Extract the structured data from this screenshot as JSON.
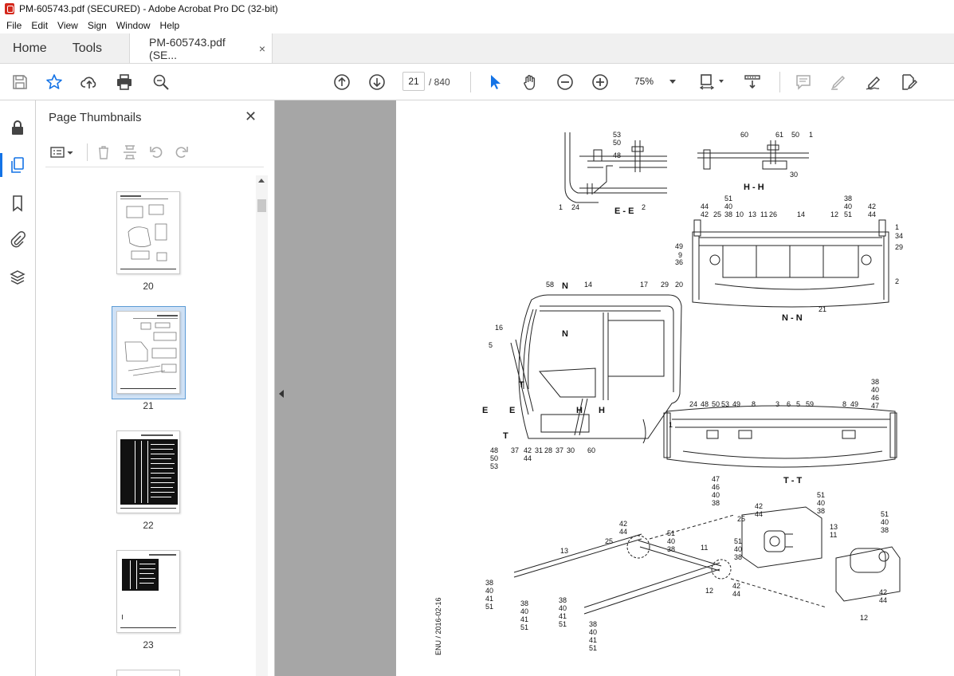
{
  "window": {
    "title": "PM-605743.pdf (SECURED) - Adobe Acrobat Pro DC (32-bit)"
  },
  "menu": [
    "File",
    "Edit",
    "View",
    "Sign",
    "Window",
    "Help"
  ],
  "tabs": {
    "home": "Home",
    "tools": "Tools",
    "document": "PM-605743.pdf (SE...",
    "close": "×"
  },
  "toolbar": {
    "page_current": "21",
    "page_total": "/ 840",
    "zoom": "75%"
  },
  "panel": {
    "title": "Page Thumbnails",
    "close": "✕",
    "thumbnails": [
      {
        "label": "20"
      },
      {
        "label": "21"
      },
      {
        "label": "22"
      },
      {
        "label": "23"
      }
    ]
  },
  "drawing": {
    "sections": [
      "E - E",
      "H - H",
      "N - N",
      "T - T"
    ],
    "footer": "ENU / 2016-02-16",
    "ee_labels": [
      "53",
      "50",
      "48",
      "1",
      "24",
      "2"
    ],
    "hh_labels": [
      "60",
      "61",
      "50",
      "1",
      "30"
    ],
    "nn_top": [
      "51",
      "40",
      "38",
      "44",
      "42",
      "25",
      "38",
      "10",
      "13",
      "11",
      "26",
      "14",
      "12",
      "38",
      "40",
      "51",
      "42",
      "44"
    ],
    "nn_side": [
      "1",
      "34",
      "29",
      "2",
      "49",
      "9",
      "36",
      "20",
      "21"
    ],
    "cab_labels": [
      "58",
      "N",
      "14",
      "17",
      "29",
      "16",
      "N",
      "5",
      "T",
      "E",
      "E",
      "T",
      "H",
      "H",
      "1",
      "48",
      "50",
      "53",
      "37",
      "42",
      "44",
      "31",
      "28",
      "37",
      "30",
      "60"
    ],
    "tt_labels": [
      "24",
      "48",
      "50",
      "53",
      "49",
      "8",
      "3",
      "6",
      "5",
      "59",
      "8",
      "49",
      "38",
      "40",
      "46",
      "47",
      "47",
      "46",
      "40",
      "38"
    ],
    "bottom_labels": [
      "42",
      "44",
      "51",
      "40",
      "38",
      "13",
      "25",
      "11",
      "51",
      "40",
      "38",
      "12",
      "42",
      "44",
      "38",
      "40",
      "41",
      "51",
      "38",
      "40",
      "41",
      "51",
      "38",
      "40",
      "41",
      "51"
    ],
    "detail1_labels": [
      "42",
      "44",
      "25",
      "51",
      "40",
      "38",
      "13",
      "11"
    ],
    "detail2_labels": [
      "51",
      "40",
      "38",
      "12",
      "42",
      "44"
    ]
  }
}
